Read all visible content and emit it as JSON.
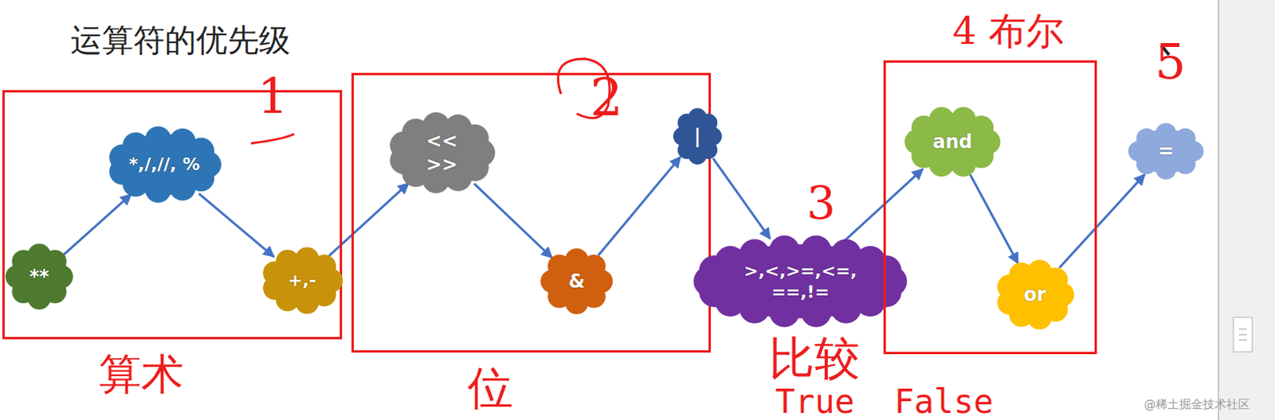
{
  "diagram": {
    "title": "运算符的优先级",
    "nodes": [
      {
        "text": [
          "算术"
        ]
      },
      {
        "text": [
          "**"
        ],
        "in": 0
      },
      {
        "text": [
          "*,/,//, %"
        ],
        "in": 0
      },
      {
        "text": [
          "+,-"
        ],
        "in": 0
      },
      {
        "text": [
          "位"
        ]
      },
      {
        "text": [
          "<< >>"
        ],
        "in": 4
      },
      {
        "text": [
          "&"
        ],
        "in": 4
      },
      {
        "text": [
          "|"
        ],
        "in": 4
      },
      {
        "text": [
          ">,<,>=,<=, ==,!="
        ]
      },
      {
        "text": [
          "4 布尔"
        ]
      },
      {
        "text": [
          "and"
        ],
        "in": 9
      },
      {
        "text": [
          "or"
        ],
        "in": 9
      },
      {
        "text": [
          "="
        ]
      }
    ],
    "edges": [
      {
        "from": 1,
        "to": 2,
        "arrow": "to"
      },
      {
        "from": 2,
        "to": 3,
        "arrow": "to"
      },
      {
        "from": 3,
        "to": 5,
        "arrow": "to"
      },
      {
        "from": 5,
        "to": 6,
        "arrow": "to"
      },
      {
        "from": 6,
        "to": 7,
        "arrow": "to"
      },
      {
        "from": 7,
        "to": 8,
        "arrow": "to"
      },
      {
        "from": 8,
        "to": 10,
        "arrow": "to"
      },
      {
        "from": 10,
        "to": 11,
        "arrow": "to"
      },
      {
        "from": 11,
        "to": 12,
        "arrow": "to"
      }
    ],
    "labels": [
      "1",
      "2",
      "3",
      "5",
      "比较",
      "True  False",
      "@稀土掘金技术社区"
    ]
  }
}
